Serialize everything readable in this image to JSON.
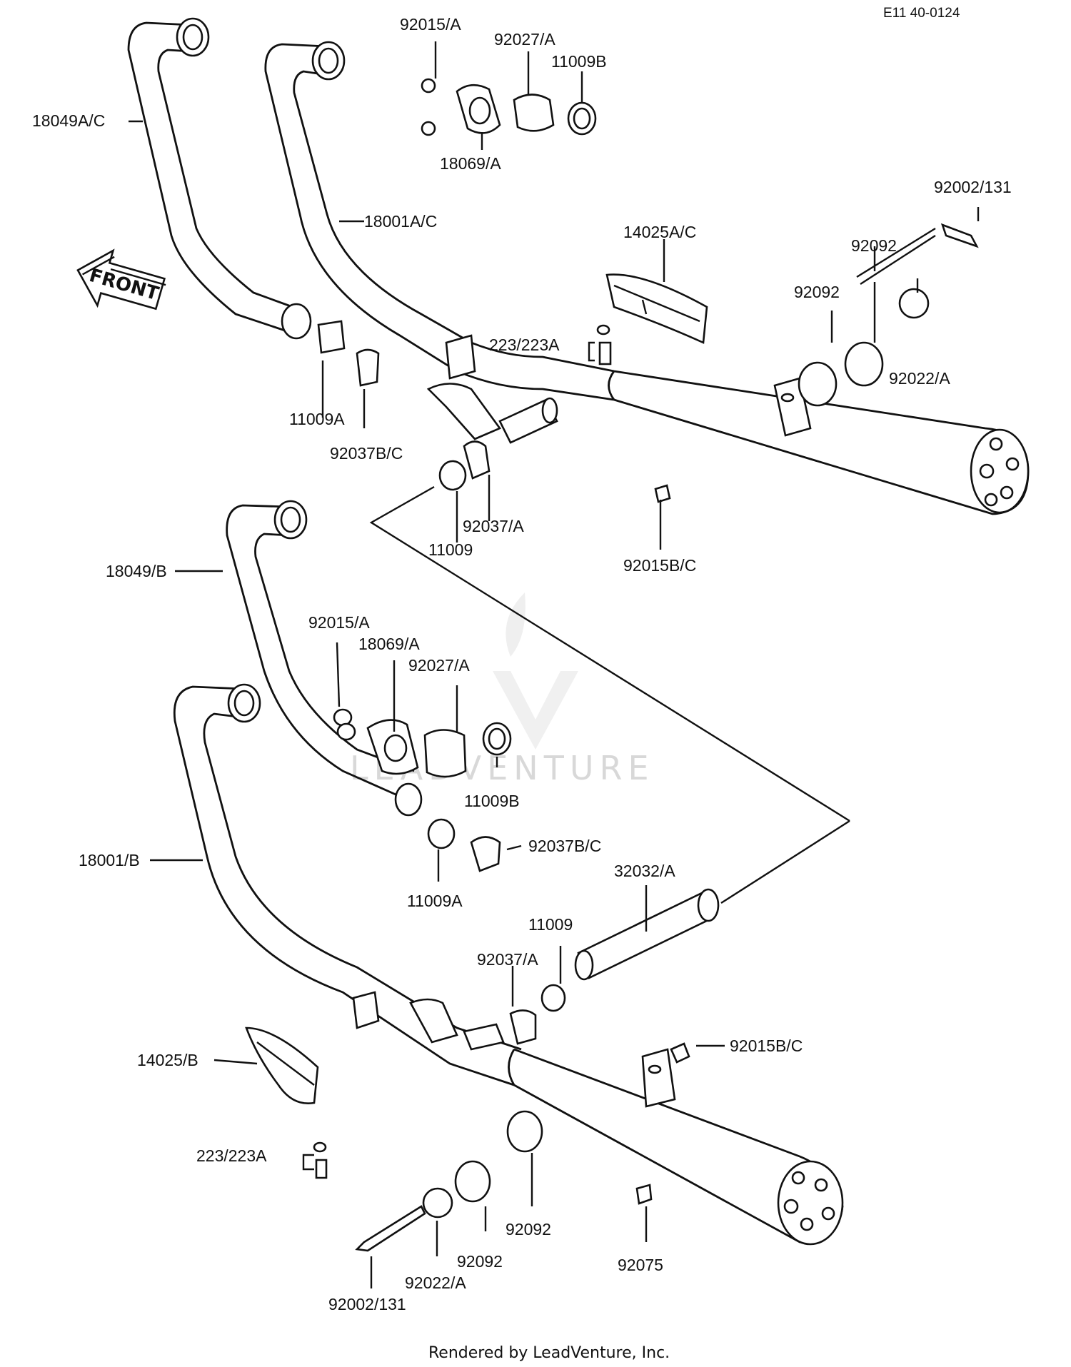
{
  "header": {
    "code": "E11 40-0124"
  },
  "front_label": "FRONT",
  "watermark": "LEADVENTURE",
  "footer": "Rendered by LeadVenture, Inc.",
  "labels": [
    "92015/A",
    "92027/A",
    "11009B",
    "18049A/C",
    "18069/A",
    "18001A/C",
    "92002/131",
    "14025A/C",
    "92092",
    "92092",
    "223/223A",
    "92022/A",
    "11009A",
    "92037B/C",
    "92037/A",
    "11009",
    "92015B/C",
    "18049/B",
    "92015/A",
    "18069/A",
    "92027/A",
    "11009B",
    "92037B/C",
    "18001/B",
    "11009A",
    "32032/A",
    "11009",
    "92037/A",
    "92015B/C",
    "14025/B",
    "223/223A",
    "92092",
    "92092",
    "92022/A",
    "92075",
    "92002/131"
  ]
}
